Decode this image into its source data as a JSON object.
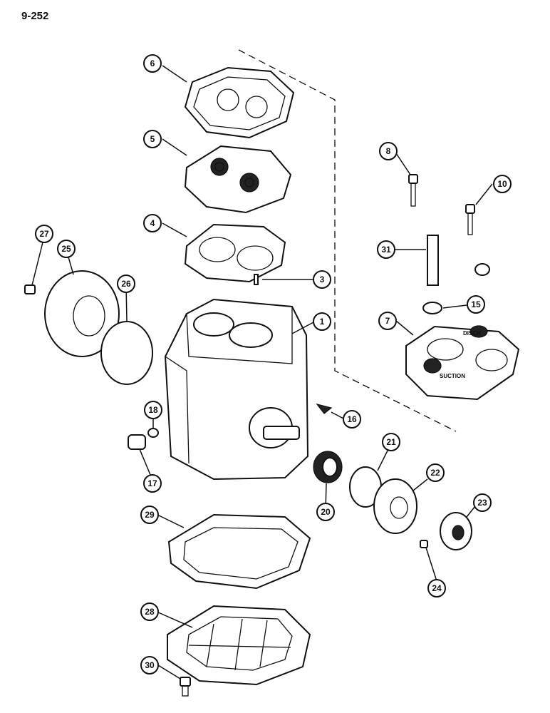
{
  "page_number": "9-252",
  "callouts": [
    "1",
    "3",
    "4",
    "5",
    "6",
    "7",
    "8",
    "10",
    "15",
    "16",
    "17",
    "18",
    "20",
    "21",
    "22",
    "23",
    "24",
    "25",
    "26",
    "27",
    "28",
    "29",
    "30",
    "31"
  ],
  "part_labels": {
    "suction": "SUCTION",
    "discharge": "DISCH"
  }
}
